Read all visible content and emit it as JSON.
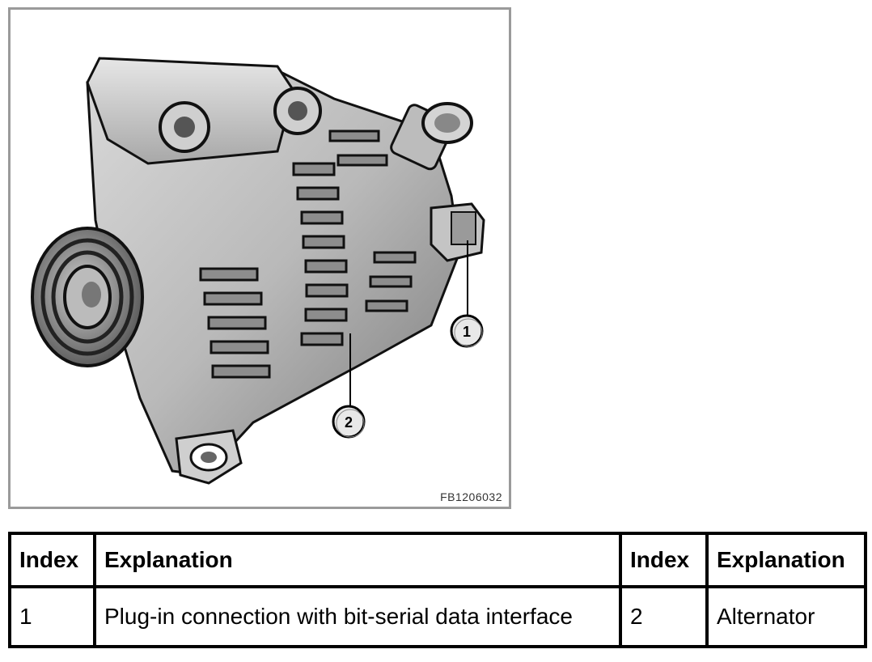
{
  "figure": {
    "image_label": "FB1206032",
    "callouts": [
      "1",
      "2"
    ]
  },
  "legend": {
    "headers": [
      "Index",
      "Explanation",
      "Index",
      "Explanation"
    ],
    "rows": [
      [
        "1",
        "Plug-in connection with bit-serial data interface",
        "2",
        "Alternator"
      ]
    ]
  }
}
